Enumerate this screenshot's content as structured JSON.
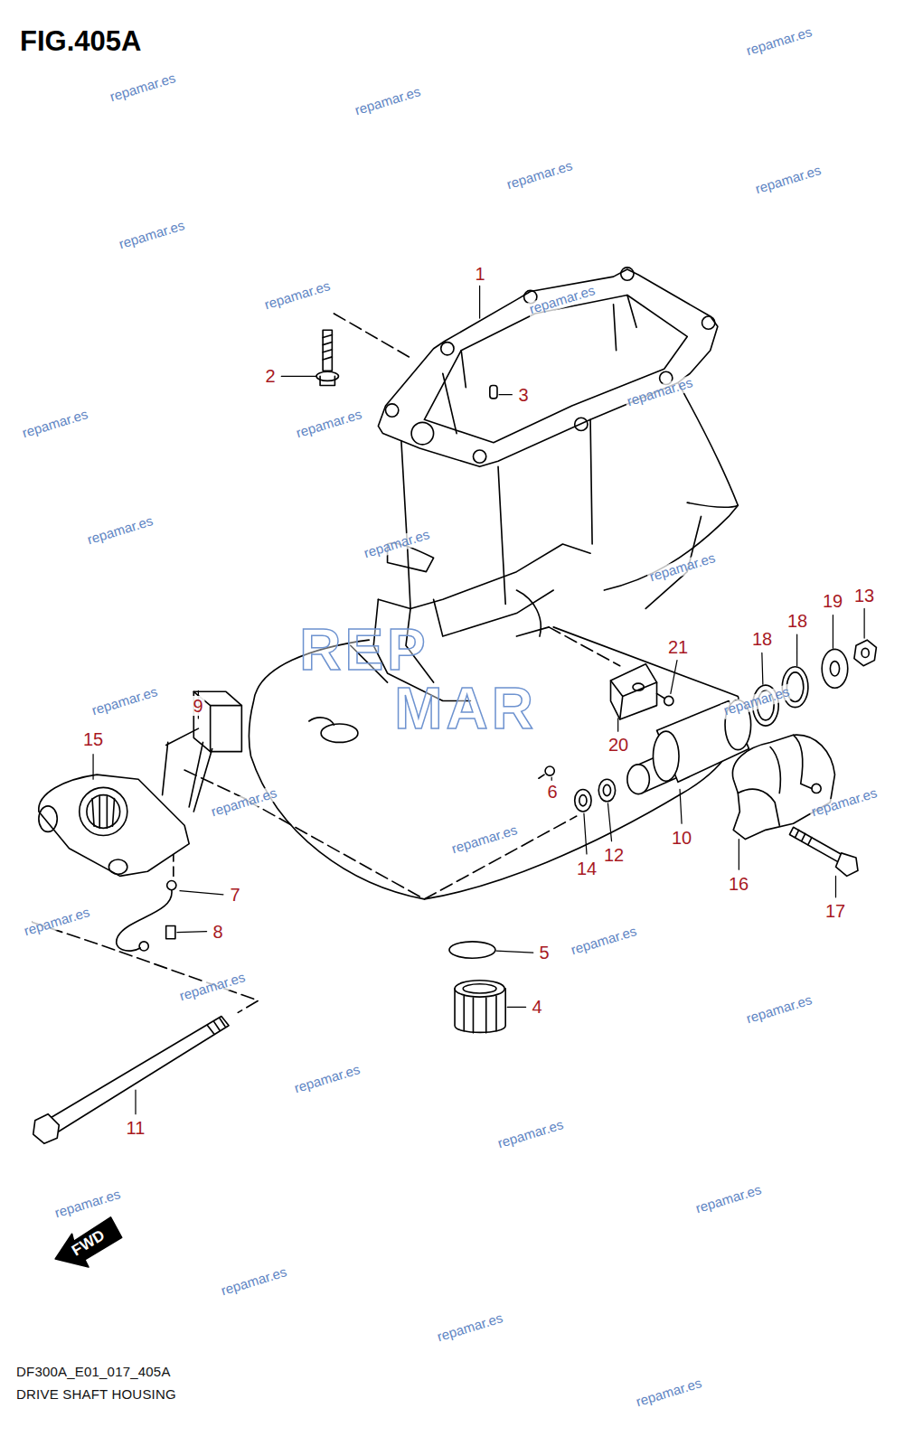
{
  "diagram": {
    "title": "FIG.405A",
    "caption": "DRIVE SHAFT HOUSING",
    "labels": [
      "1",
      "2",
      "3",
      "4",
      "5",
      "6",
      "7",
      "8",
      "9",
      "10",
      "11",
      "12",
      "13",
      "14",
      "15",
      "16",
      "17",
      "18",
      "18",
      "19",
      "20",
      "21",
      "DF300A_E01_017_405A",
      "FWD",
      "REP",
      "MAR",
      "repamar.es",
      "repamar.es",
      "repamar.es",
      "repamar.es",
      "repamar.es",
      "repamar.es",
      "repamar.es",
      "repamar.es",
      "repamar.es",
      "repamar.es",
      "repamar.es",
      "repamar.es",
      "repamar.es",
      "repamar.es",
      "repamar.es",
      "repamar.es",
      "repamar.es",
      "repamar.es",
      "repamar.es",
      "repamar.es",
      "repamar.es",
      "repamar.es",
      "repamar.es",
      "repamar.es",
      "repamar.es",
      "repamar.es",
      "repamar.es",
      "repamar.es",
      "repamar.es",
      "repamar.es"
    ]
  }
}
